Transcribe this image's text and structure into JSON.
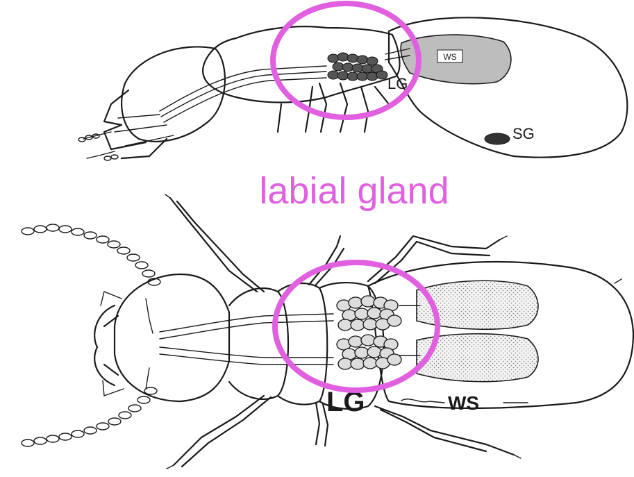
{
  "caption": "labial gland",
  "side_view": {
    "labels": {
      "ws": "WS",
      "lg": "LG",
      "sg": "SG"
    }
  },
  "top_view": {
    "labels": {
      "lg": "LG",
      "ws": "WS"
    }
  },
  "colors": {
    "highlight": "#e060e0",
    "caption": "#e060e0",
    "reservoir_fill": "#bdbdbd",
    "ink": "#1a1a1a"
  }
}
